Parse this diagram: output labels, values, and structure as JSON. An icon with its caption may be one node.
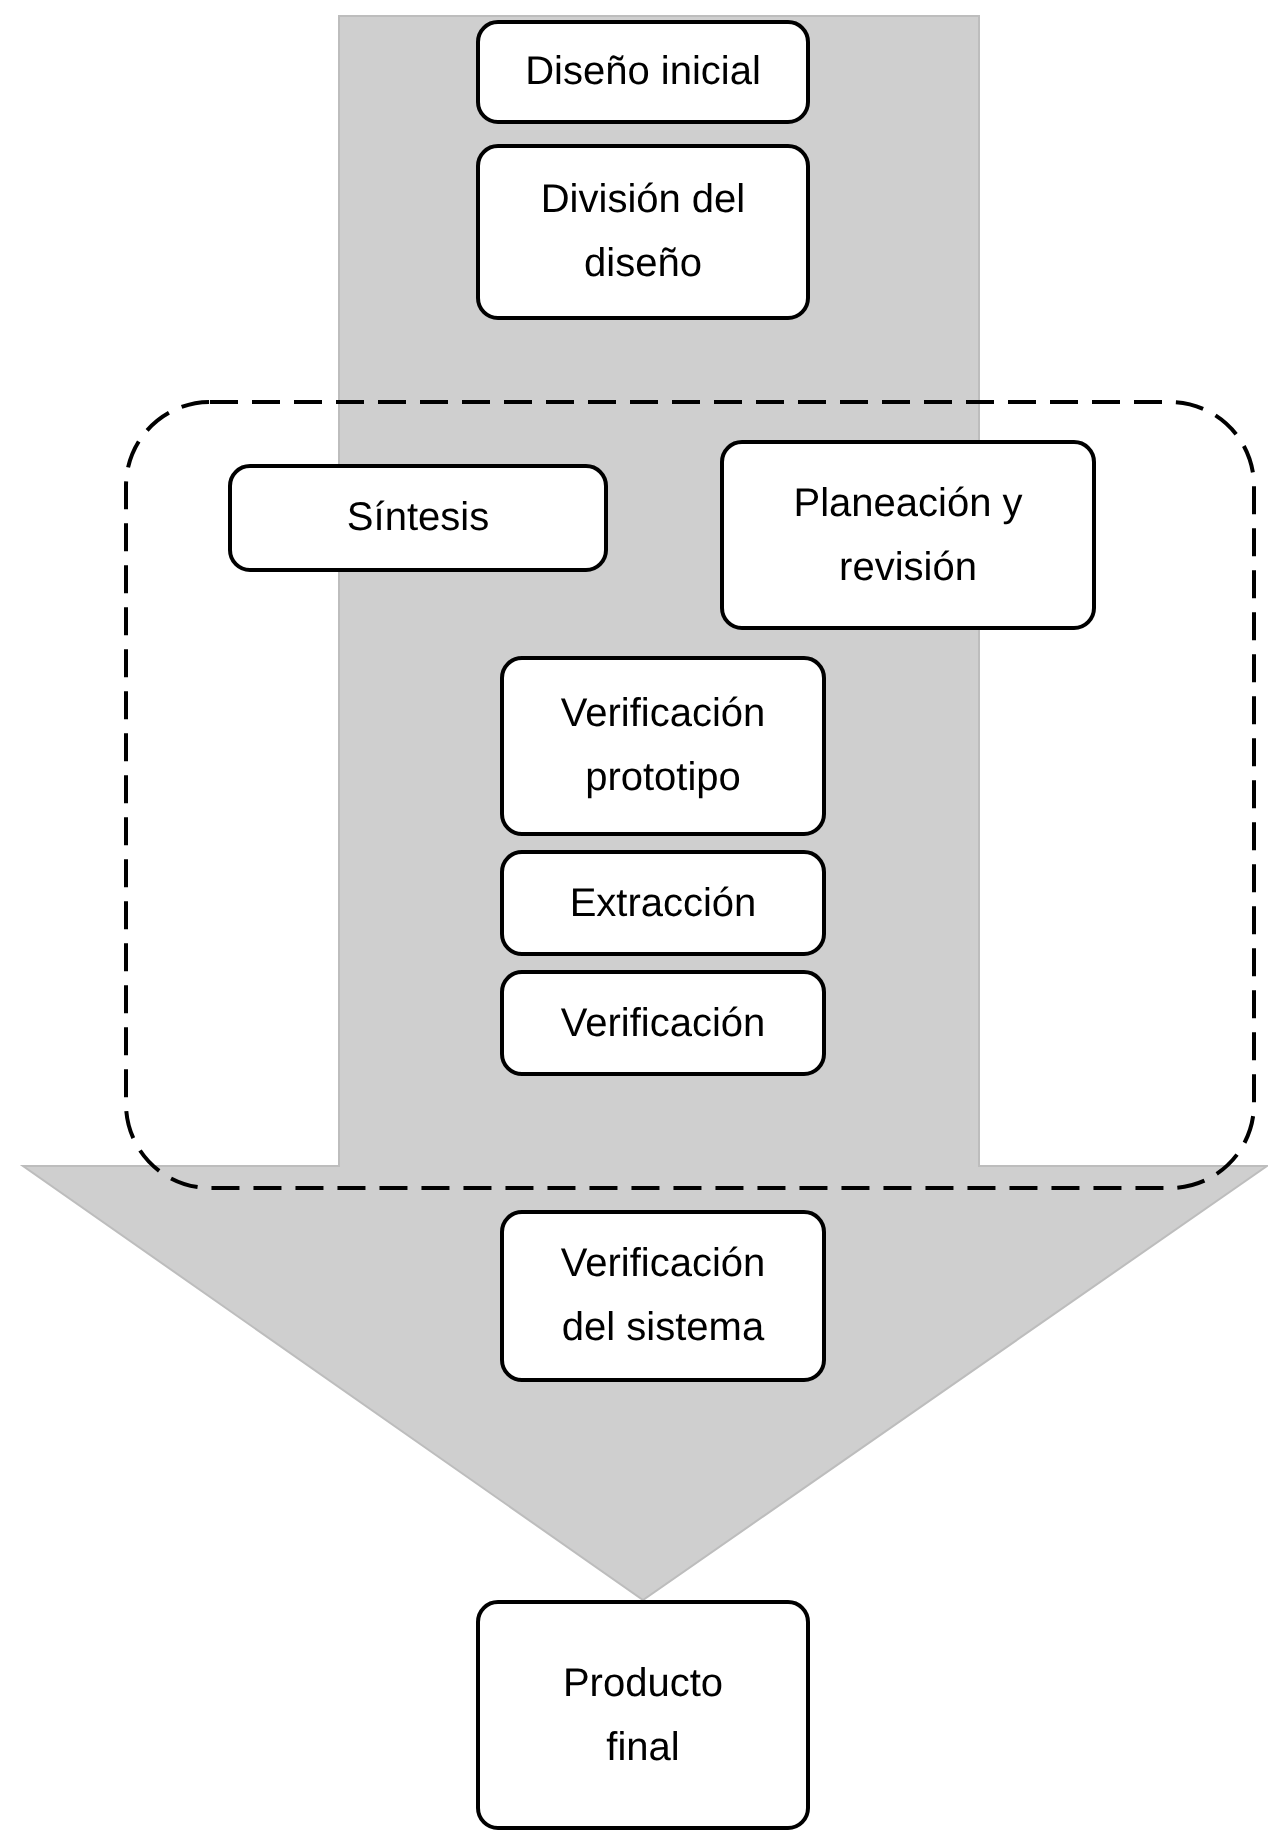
{
  "diagram": {
    "nodes": [
      {
        "text": [
          "Diseño inicial"
        ]
      },
      {
        "text": [
          "División del diseño"
        ]
      },
      {
        "text": [],
        "shape": "box"
      },
      {
        "text": [
          "Síntesis"
        ],
        "in": 2
      },
      {
        "text": [
          "Planeación y revisión"
        ],
        "in": 2
      },
      {
        "text": [
          "Verificación prototipo"
        ],
        "in": 2
      },
      {
        "text": [
          "Extracción"
        ],
        "in": 2
      },
      {
        "text": [
          "Verificación"
        ],
        "in": 2
      },
      {
        "text": [
          "Verificación del sistema"
        ]
      },
      {
        "text": [
          "Producto final"
        ]
      }
    ],
    "edges": [
      {
        "from": 0,
        "to": 9,
        "arrow": "to"
      }
    ]
  }
}
